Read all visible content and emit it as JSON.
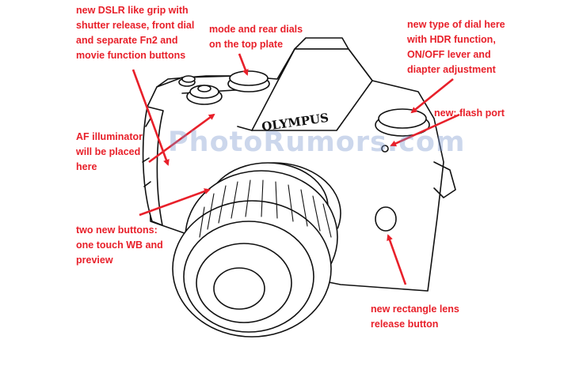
{
  "brand_logo": "OLYMPUS",
  "watermark": "PhotoRumors.com",
  "annotation_color": "#e8202a",
  "annotations": [
    {
      "id": "grip",
      "lines": [
        "new DSLR like grip with",
        "shutter release, front dial",
        "and separate Fn2 and",
        "movie function buttons"
      ]
    },
    {
      "id": "dials",
      "lines": [
        "mode and rear dials",
        "on the top plate"
      ]
    },
    {
      "id": "hdr",
      "lines": [
        "new type of dial here",
        "with HDR function,",
        "ON/OFF lever and",
        "diapter adjustment"
      ]
    },
    {
      "id": "flash",
      "lines": [
        "new: flash port"
      ]
    },
    {
      "id": "af",
      "lines": [
        "AF illuminator",
        "will be placed",
        "here"
      ]
    },
    {
      "id": "buttons",
      "lines": [
        "two new buttons:",
        "one touch WB and",
        "preview"
      ]
    },
    {
      "id": "release",
      "lines": [
        "new rectangle lens",
        "release button"
      ]
    }
  ]
}
